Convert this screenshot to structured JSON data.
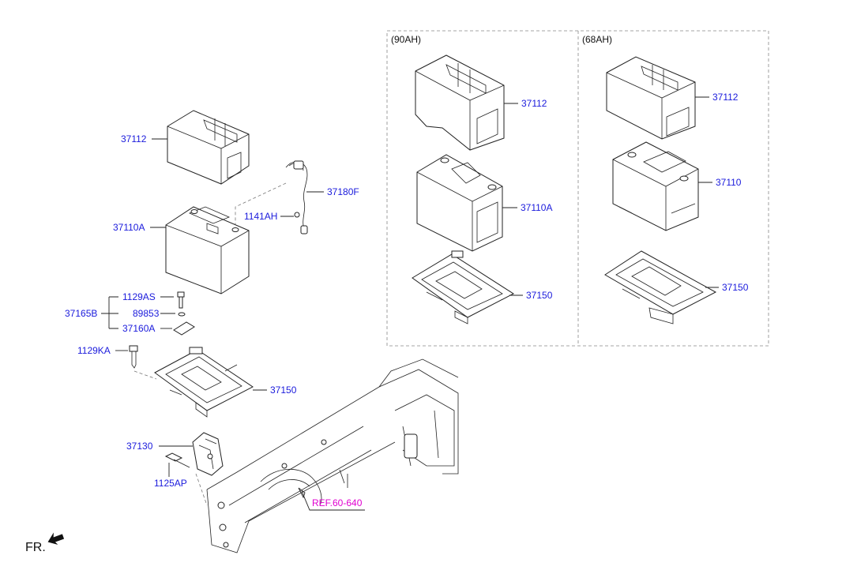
{
  "variants": {
    "v90": {
      "title": "(90AH)",
      "label_case": "37112",
      "label_battery": "37110A",
      "label_tray": "37150"
    },
    "v68": {
      "title": "(68AH)",
      "label_case": "37112",
      "label_battery": "37110",
      "label_tray": "37150"
    }
  },
  "main": {
    "label_case": "37112",
    "label_cable": "37180F",
    "label_cable_screw": "1141AH",
    "label_battery": "37110A",
    "label_clamp_bolt": "1129AS",
    "label_clamp_assy": "37165B",
    "label_washer": "89853",
    "label_clamp": "37160A",
    "label_tray_bolt": "1129KA",
    "label_tray": "37150",
    "label_bracket": "37130",
    "label_bracket_bolt": "1125AP",
    "label_ref": "REF.60-640"
  },
  "front_indicator": {
    "label": "FR."
  },
  "colors": {
    "part_number": "#1a1adc",
    "reference": "#e000d0",
    "line": "#222222"
  }
}
